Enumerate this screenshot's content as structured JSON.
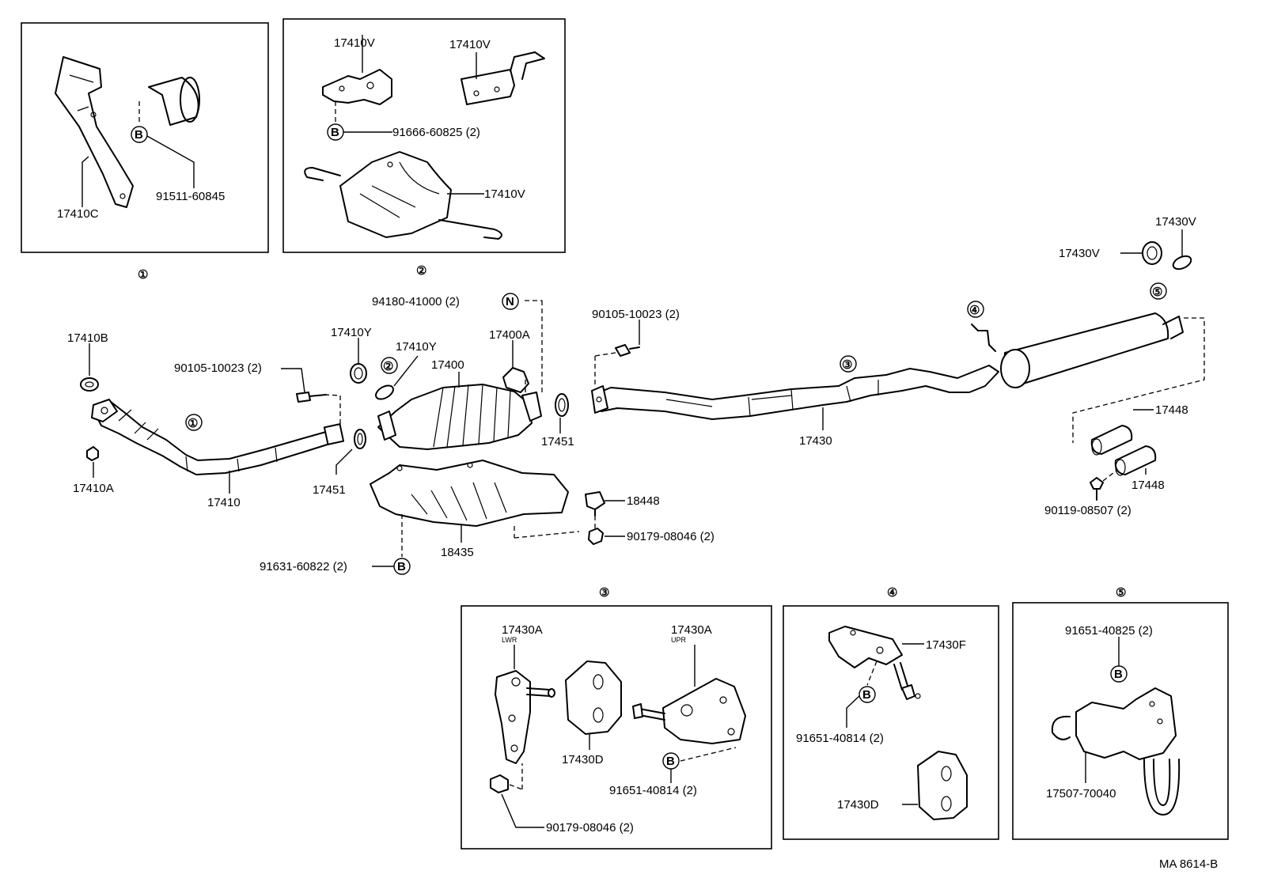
{
  "callouts": {
    "c1": "①",
    "c2": "②",
    "c3": "③",
    "c4": "④",
    "c5": "⑤",
    "B": "B",
    "N": "N"
  },
  "box1": {
    "p1": "17410C",
    "p2": "91511-60845"
  },
  "box2": {
    "p1": "17410V",
    "p2": "17410V",
    "p3": "91666-60825 (2)",
    "p4": "17410V"
  },
  "box3": {
    "p1": "17430A",
    "p1_sub": "LWR",
    "p2": "17430A",
    "p2_sub": "UPR",
    "p3": "17430D",
    "p4": "91651-40814 (2)",
    "p5": "90179-08046 (2)"
  },
  "box4": {
    "p1": "17430F",
    "p2": "91651-40814 (2)",
    "p3": "17430D"
  },
  "box5": {
    "p1": "91651-40825 (2)",
    "p2": "17507-70040"
  },
  "main": {
    "p17410B": "17410B",
    "p90105a": "90105-10023 (2)",
    "p17410A": "17410A",
    "p17410": "17410",
    "p17410Y1": "17410Y",
    "p17410Y2": "17410Y",
    "p94180": "94180-41000 (2)",
    "p17400": "17400",
    "p17400A": "17400A",
    "p17451a": "17451",
    "p17451b": "17451",
    "p18448": "18448",
    "p90179": "90179-08046 (2)",
    "p18435": "18435",
    "p91631": "91631-60822 (2)",
    "p90105b": "90105-10023 (2)",
    "p17430": "17430",
    "p17430V1": "17430V",
    "p17430V2": "17430V",
    "p17448a": "17448",
    "p17448b": "17448",
    "p90119": "90119-08507 (2)"
  },
  "footer": {
    "code": "MA 8614-B"
  }
}
